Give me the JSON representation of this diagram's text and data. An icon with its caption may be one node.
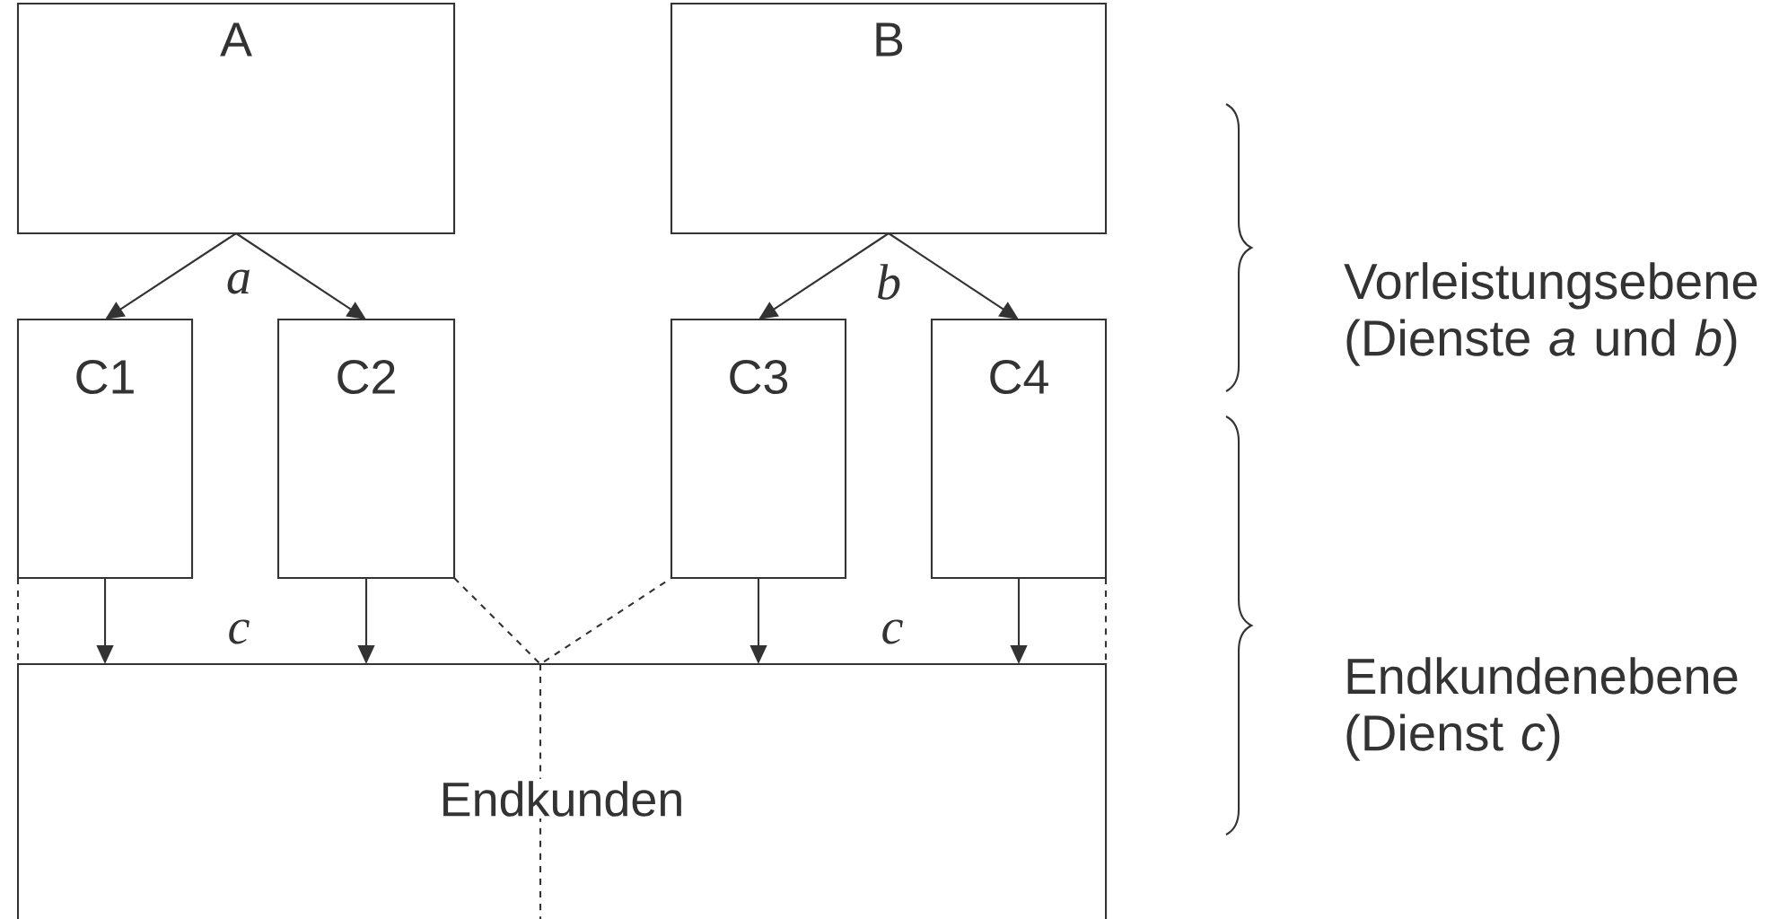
{
  "diagram": {
    "nodes": [
      {
        "text": [
          "A"
        ]
      },
      {
        "text": [
          "B"
        ]
      },
      {
        "text": [
          "C1"
        ]
      },
      {
        "text": [
          "C2"
        ]
      },
      {
        "text": [
          "C3"
        ]
      },
      {
        "text": [
          "C4"
        ]
      },
      {
        "text": [
          "Endkunden"
        ]
      }
    ],
    "edges": [
      {
        "from": 0,
        "to": 2,
        "arrow": "to"
      },
      {
        "from": 0,
        "to": 3,
        "arrow": "to"
      },
      {
        "from": 1,
        "to": 4,
        "arrow": "to"
      },
      {
        "from": 1,
        "to": 5,
        "arrow": "to"
      },
      {
        "from": 2,
        "to": 6,
        "arrow": "to"
      },
      {
        "from": 3,
        "to": 6,
        "arrow": "to"
      },
      {
        "from": 4,
        "to": 6,
        "arrow": "to"
      },
      {
        "from": 5,
        "to": 6,
        "arrow": "to"
      }
    ],
    "labels": [
      "a",
      "b",
      "Vorleistungsebene (Dienste *a* und *b*)",
      "c",
      "c",
      "Endkundenebene (Dienst *c*)"
    ]
  }
}
